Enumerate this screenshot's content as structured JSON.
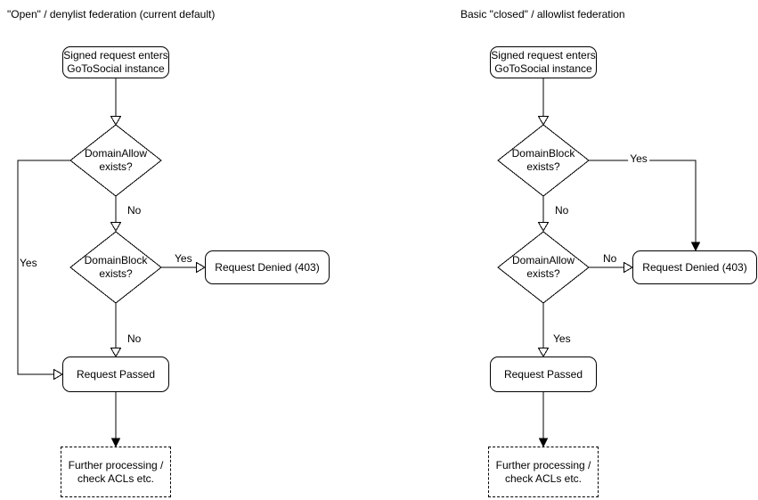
{
  "colors": {
    "stroke": "#000000",
    "fill": "#ffffff",
    "text": "#000000"
  },
  "left": {
    "title": "\"Open\" / denylist federation (current default)",
    "nodes": {
      "start": "Signed request enters\nGoToSocial instance",
      "domain_allow": "DomainAllow\nexists?",
      "domain_block": "DomainBlock\nexists?",
      "denied": "Request Denied (403)",
      "passed": "Request Passed",
      "further": "Further processing /\ncheck ACLs etc."
    },
    "edge_labels": {
      "allow_yes": "Yes",
      "allow_no": "No",
      "block_yes": "Yes",
      "block_no": "No"
    }
  },
  "right": {
    "title": "Basic \"closed\" / allowlist federation",
    "nodes": {
      "start": "Signed request enters\nGoToSocial instance",
      "domain_block": "DomainBlock\nexists?",
      "domain_allow": "DomainAllow\nexists?",
      "denied": "Request Denied (403)",
      "passed": "Request Passed",
      "further": "Further processing /\ncheck ACLs etc."
    },
    "edge_labels": {
      "block_yes": "Yes",
      "block_no": "No",
      "allow_no": "No",
      "allow_yes": "Yes"
    }
  }
}
